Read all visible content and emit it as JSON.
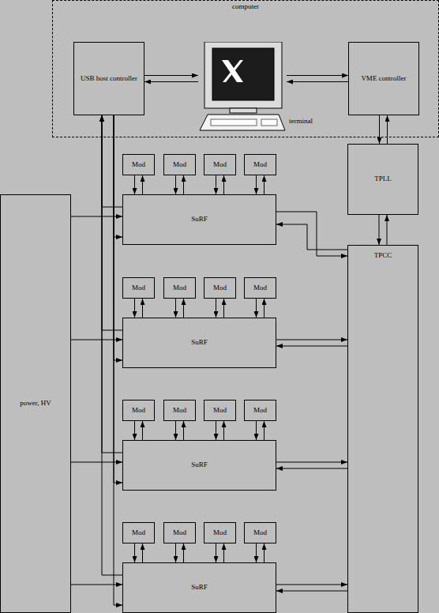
{
  "diagram": {
    "nodes": [
      {
        "text": [
          "computer"
        ]
      },
      {
        "text": [
          "USB host controller"
        ],
        "in": 0
      },
      {
        "text": [
          "terminal"
        ],
        "in": 0
      },
      {
        "text": [
          "VME controller"
        ],
        "in": 0
      },
      {
        "text": [
          "TPLL"
        ]
      },
      {
        "text": [
          "TPCC"
        ]
      },
      {
        "text": [
          "power, HV"
        ]
      },
      {
        "text": [
          "SuRF"
        ]
      },
      {
        "text": [
          "Mod"
        ]
      },
      {
        "text": [
          "Mod"
        ]
      },
      {
        "text": [
          "Mod"
        ]
      },
      {
        "text": [
          "Mod"
        ]
      },
      {
        "text": [
          "SuRF"
        ]
      },
      {
        "text": [
          "Mod"
        ]
      },
      {
        "text": [
          "Mod"
        ]
      },
      {
        "text": [
          "Mod"
        ]
      },
      {
        "text": [
          "Mod"
        ]
      },
      {
        "text": [
          "SuRF"
        ]
      },
      {
        "text": [
          "Mod"
        ]
      },
      {
        "text": [
          "Mod"
        ]
      },
      {
        "text": [
          "Mod"
        ]
      },
      {
        "text": [
          "Mod"
        ]
      },
      {
        "text": [
          "SuRF"
        ]
      },
      {
        "text": [
          "Mod"
        ]
      },
      {
        "text": [
          "Mod"
        ]
      },
      {
        "text": [
          "Mod"
        ]
      },
      {
        "text": [
          "Mod"
        ]
      }
    ],
    "edges": [
      {
        "from": 1,
        "to": 2,
        "arrow": "to"
      },
      {
        "from": 2,
        "to": 1,
        "arrow": "to"
      },
      {
        "from": 2,
        "to": 3,
        "arrow": "to"
      },
      {
        "from": 3,
        "to": 2,
        "arrow": "to"
      },
      {
        "from": 3,
        "to": 4,
        "arrow": "to"
      },
      {
        "from": 4,
        "to": 3,
        "arrow": "to"
      },
      {
        "from": 4,
        "to": 5,
        "arrow": "to"
      },
      {
        "from": 5,
        "to": 4,
        "arrow": "to"
      },
      {
        "from": 8,
        "to": 7,
        "arrow": "to"
      },
      {
        "from": 7,
        "to": 8,
        "arrow": "to"
      },
      {
        "from": 9,
        "to": 7,
        "arrow": "to"
      },
      {
        "from": 7,
        "to": 9,
        "arrow": "to"
      },
      {
        "from": 10,
        "to": 7,
        "arrow": "to"
      },
      {
        "from": 7,
        "to": 10,
        "arrow": "to"
      },
      {
        "from": 11,
        "to": 7,
        "arrow": "to"
      },
      {
        "from": 7,
        "to": 11,
        "arrow": "to"
      },
      {
        "from": 7,
        "to": 5,
        "arrow": "to"
      },
      {
        "from": 5,
        "to": 7,
        "arrow": "to"
      },
      {
        "from": 1,
        "to": 7,
        "arrow": "to"
      },
      {
        "from": 7,
        "to": 1,
        "arrow": "to"
      },
      {
        "from": 6,
        "to": 7,
        "arrow": "to"
      },
      {
        "from": 13,
        "to": 12,
        "arrow": "to"
      },
      {
        "from": 12,
        "to": 13,
        "arrow": "to"
      },
      {
        "from": 14,
        "to": 12,
        "arrow": "to"
      },
      {
        "from": 12,
        "to": 14,
        "arrow": "to"
      },
      {
        "from": 15,
        "to": 12,
        "arrow": "to"
      },
      {
        "from": 12,
        "to": 15,
        "arrow": "to"
      },
      {
        "from": 16,
        "to": 12,
        "arrow": "to"
      },
      {
        "from": 12,
        "to": 16,
        "arrow": "to"
      },
      {
        "from": 12,
        "to": 5,
        "arrow": "to"
      },
      {
        "from": 5,
        "to": 12,
        "arrow": "to"
      },
      {
        "from": 1,
        "to": 12,
        "arrow": "to"
      },
      {
        "from": 12,
        "to": 1,
        "arrow": "to"
      },
      {
        "from": 6,
        "to": 12,
        "arrow": "to"
      },
      {
        "from": 18,
        "to": 17,
        "arrow": "to"
      },
      {
        "from": 17,
        "to": 18,
        "arrow": "to"
      },
      {
        "from": 19,
        "to": 17,
        "arrow": "to"
      },
      {
        "from": 17,
        "to": 19,
        "arrow": "to"
      },
      {
        "from": 20,
        "to": 17,
        "arrow": "to"
      },
      {
        "from": 17,
        "to": 20,
        "arrow": "to"
      },
      {
        "from": 21,
        "to": 17,
        "arrow": "to"
      },
      {
        "from": 17,
        "to": 21,
        "arrow": "to"
      },
      {
        "from": 17,
        "to": 5,
        "arrow": "to"
      },
      {
        "from": 5,
        "to": 17,
        "arrow": "to"
      },
      {
        "from": 1,
        "to": 17,
        "arrow": "to"
      },
      {
        "from": 17,
        "to": 1,
        "arrow": "to"
      },
      {
        "from": 6,
        "to": 17,
        "arrow": "to"
      },
      {
        "from": 23,
        "to": 22,
        "arrow": "to"
      },
      {
        "from": 22,
        "to": 23,
        "arrow": "to"
      },
      {
        "from": 24,
        "to": 22,
        "arrow": "to"
      },
      {
        "from": 22,
        "to": 24,
        "arrow": "to"
      },
      {
        "from": 25,
        "to": 22,
        "arrow": "to"
      },
      {
        "from": 22,
        "to": 25,
        "arrow": "to"
      },
      {
        "from": 26,
        "to": 22,
        "arrow": "to"
      },
      {
        "from": 22,
        "to": 26,
        "arrow": "to"
      },
      {
        "from": 22,
        "to": 5,
        "arrow": "to"
      },
      {
        "from": 5,
        "to": 22,
        "arrow": "to"
      },
      {
        "from": 1,
        "to": 22,
        "arrow": "to"
      },
      {
        "from": 22,
        "to": 1,
        "arrow": "to"
      },
      {
        "from": 6,
        "to": 22,
        "arrow": "to"
      }
    ]
  }
}
